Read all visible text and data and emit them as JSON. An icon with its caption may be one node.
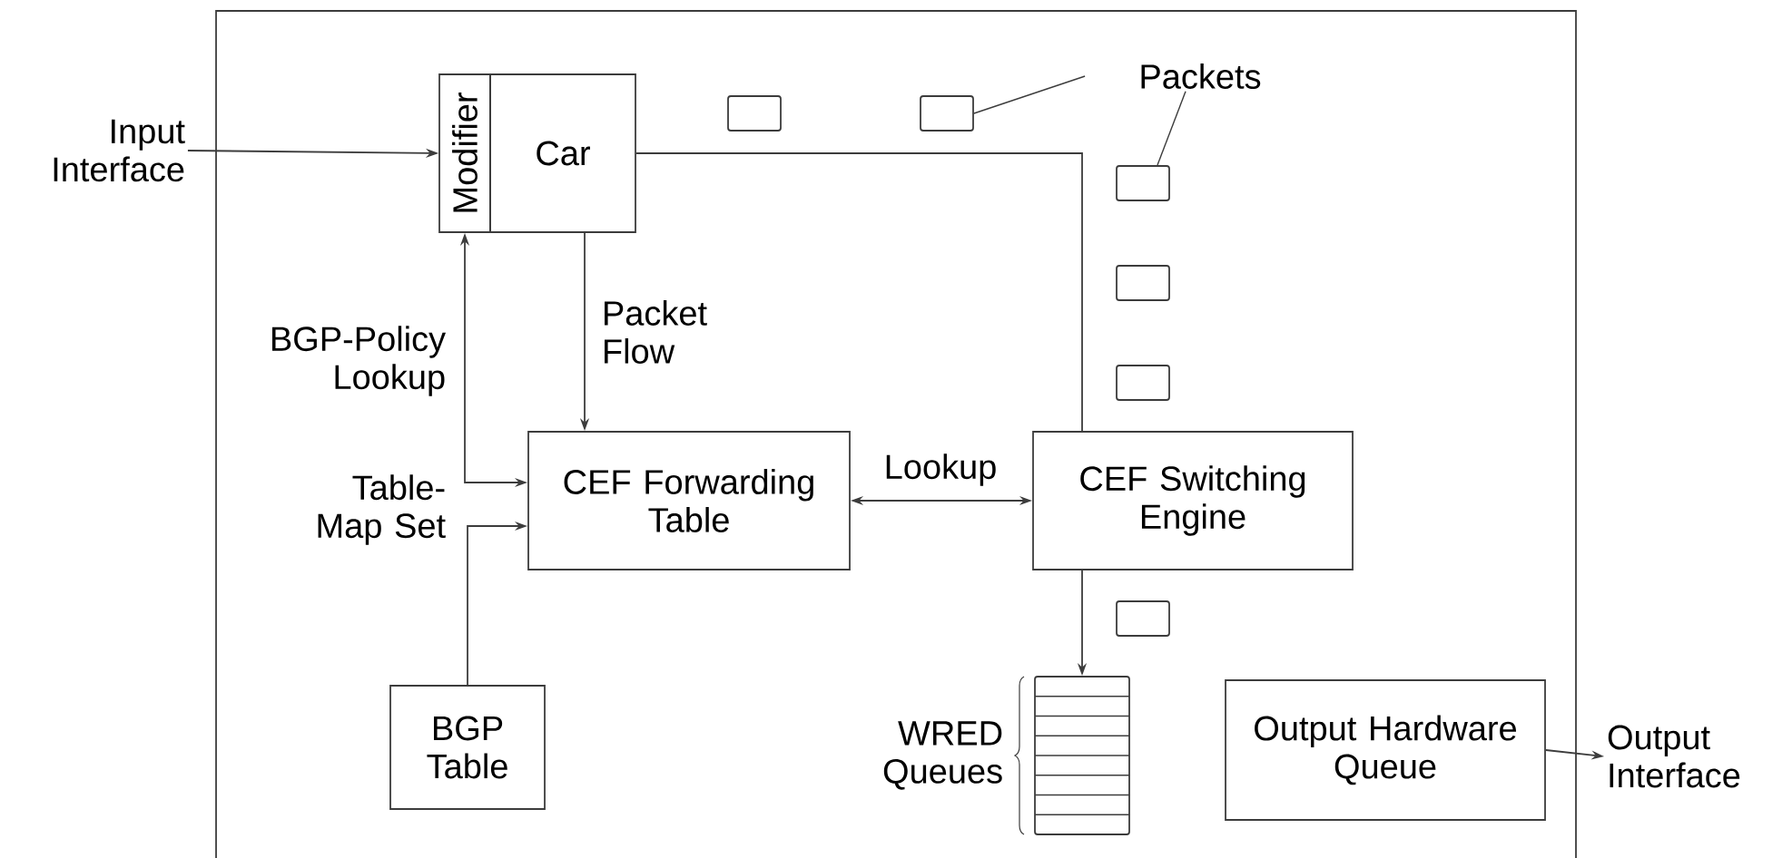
{
  "diagram": {
    "nodes": [
      {
        "text": [
          "Input Interface"
        ]
      },
      {
        "text": [
          "Modifier"
        ]
      },
      {
        "text": [
          "Car"
        ]
      },
      {
        "text": [],
        "shape": "box"
      },
      {
        "text": [],
        "shape": "box"
      },
      {
        "text": [
          "Packets"
        ]
      },
      {
        "text": [],
        "shape": "box"
      },
      {
        "text": [],
        "shape": "box"
      },
      {
        "text": [],
        "shape": "box"
      },
      {
        "text": [
          "CEF Forwarding Table"
        ]
      },
      {
        "text": [
          "CEF Switching Engine"
        ]
      },
      {
        "text": [],
        "shape": "box"
      },
      {
        "text": [
          "BGP Table"
        ]
      },
      {
        "text": [],
        "shape": "stack",
        "beside": [
          "WRED Queues"
        ]
      },
      {
        "text": [
          "Output Hardware Queue"
        ]
      },
      {
        "text": [
          "Output Interface"
        ]
      }
    ],
    "edges": [
      {
        "from": 0,
        "to": 1,
        "arrow": "to"
      },
      {
        "from": 2,
        "to": 10,
        "arrow": "none"
      },
      {
        "from": 2,
        "to": 9,
        "arrow": "to",
        "label": "Packet Flow"
      },
      {
        "from": 9,
        "to": 1,
        "arrow": "both",
        "label": "BGP-Policy Lookup"
      },
      {
        "from": 12,
        "to": 9,
        "arrow": "to",
        "label": "Table-Map Set"
      },
      {
        "from": 9,
        "to": 10,
        "arrow": "both",
        "label": "Lookup"
      },
      {
        "from": 10,
        "to": 13,
        "arrow": "to"
      },
      {
        "from": 14,
        "to": 15,
        "arrow": "to"
      },
      {
        "from": 5,
        "to": 4,
        "arrow": "none"
      },
      {
        "from": 5,
        "to": 6,
        "arrow": "none"
      }
    ]
  }
}
